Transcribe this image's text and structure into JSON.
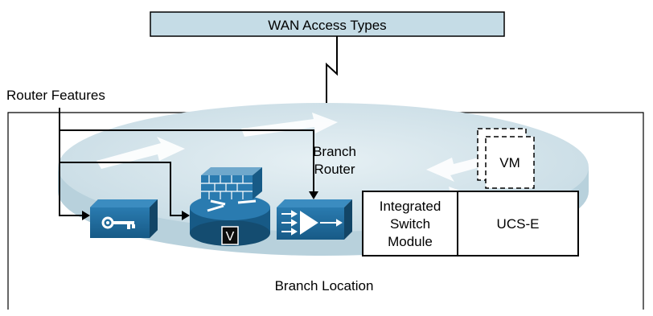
{
  "diagram": {
    "wan_box_label": "WAN Access Types",
    "router_features_label": "Router Features",
    "branch_router_label_line1": "Branch",
    "branch_router_label_line2": "Router",
    "branch_location_label": "Branch Location",
    "vm_label": "VM",
    "switch_module_line1": "Integrated",
    "switch_module_line2": "Switch",
    "switch_module_line3": "Module",
    "ucs_label": "UCS-E",
    "router_v_badge": "V"
  },
  "icons": [
    "wan-serial-link-icon",
    "key-security-icon",
    "firewall-router-icon",
    "wan-optimization-icon",
    "virtual-machine-icon"
  ],
  "colors": {
    "wan_box_fill": "#c5dce6",
    "disc_top": "#dbe9ef",
    "disc_side": "#b8d1dc",
    "device_blue": "#1f6a99",
    "device_dark": "#144c70",
    "stroke": "#000000"
  }
}
